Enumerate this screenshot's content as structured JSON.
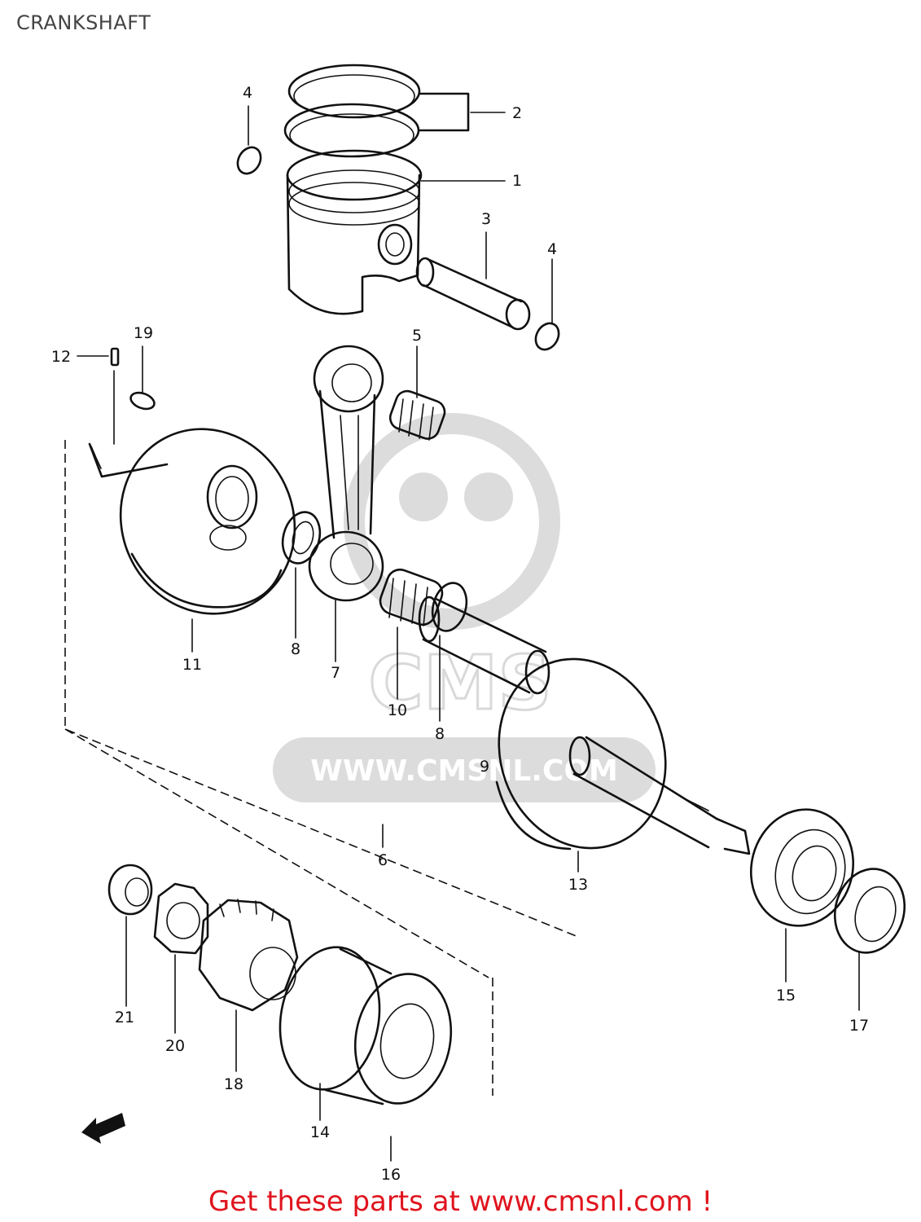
{
  "page": {
    "title": "CRANKSHAFT",
    "footer_link": "Get these parts at www.cmsnl.com !"
  },
  "watermark": {
    "logo_text": "CMS",
    "url_text": "WWW.CMSNL.COM"
  },
  "colors": {
    "footer_link": "#e0141e",
    "line_art": "#111111",
    "watermark_fill": "#dcdcdc"
  },
  "callouts": [
    {
      "id": "c1",
      "label": "1"
    },
    {
      "id": "c2",
      "label": "2"
    },
    {
      "id": "c3",
      "label": "3"
    },
    {
      "id": "c4a",
      "label": "4"
    },
    {
      "id": "c4b",
      "label": "4"
    },
    {
      "id": "c5",
      "label": "5"
    },
    {
      "id": "c6",
      "label": "6"
    },
    {
      "id": "c7",
      "label": "7"
    },
    {
      "id": "c8a",
      "label": "8"
    },
    {
      "id": "c8b",
      "label": "8"
    },
    {
      "id": "c9",
      "label": "9"
    },
    {
      "id": "c10",
      "label": "10"
    },
    {
      "id": "c11",
      "label": "11"
    },
    {
      "id": "c12",
      "label": "12"
    },
    {
      "id": "c13",
      "label": "13"
    },
    {
      "id": "c14",
      "label": "14"
    },
    {
      "id": "c15",
      "label": "15"
    },
    {
      "id": "c16",
      "label": "16"
    },
    {
      "id": "c17",
      "label": "17"
    },
    {
      "id": "c18",
      "label": "18"
    },
    {
      "id": "c19",
      "label": "19"
    },
    {
      "id": "c20",
      "label": "20"
    },
    {
      "id": "c21",
      "label": "21"
    }
  ]
}
